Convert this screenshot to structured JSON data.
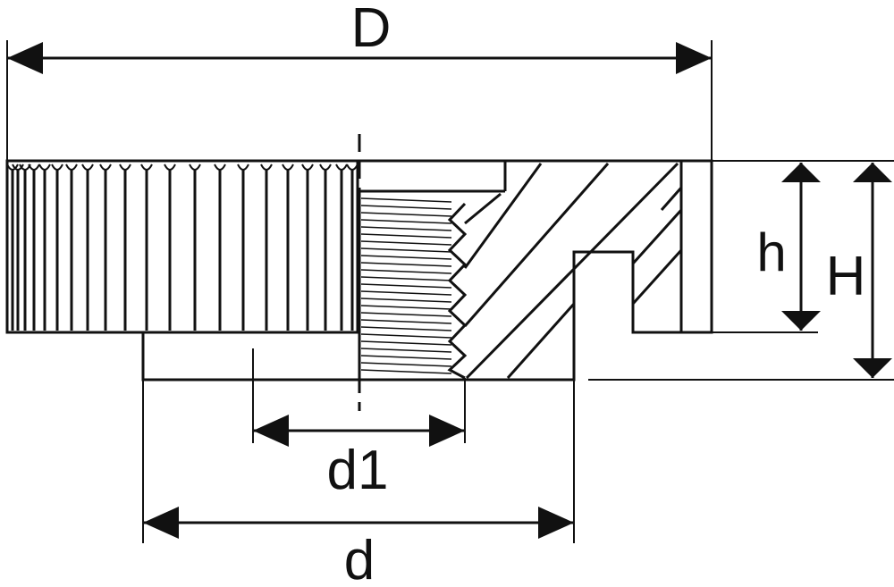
{
  "labels": {
    "D": "D",
    "h": "h",
    "H": "H",
    "d1": "d1",
    "d": "d"
  },
  "colors": {
    "line": "#111111",
    "background": "#ffffff"
  }
}
